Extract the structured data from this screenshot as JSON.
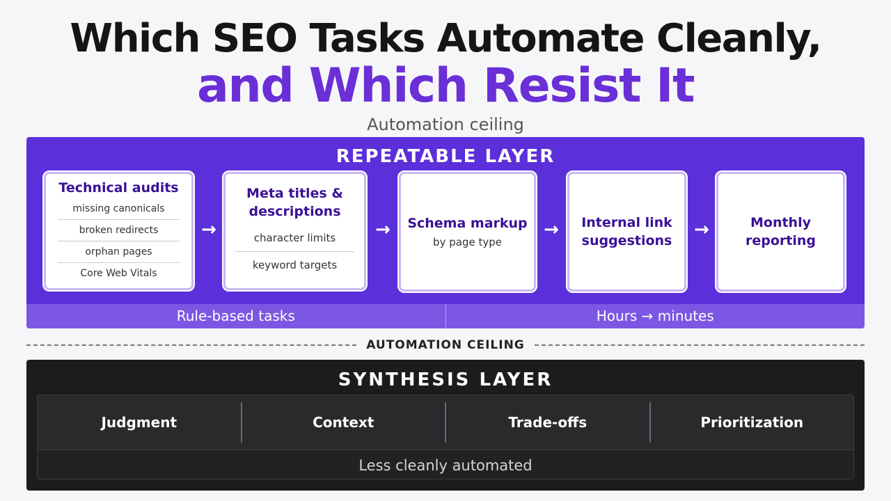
{
  "header": {
    "title_line1": "Which SEO Tasks Automate Cleanly,",
    "title_line2": "and Which Resist It",
    "subtitle": "Automation ceiling"
  },
  "repeatable_layer": {
    "title": "REPEATABLE LAYER",
    "cards": [
      {
        "title": "Technical audits",
        "items": [
          "missing canonicals",
          "broken redirects",
          "orphan pages",
          "Core Web Vitals"
        ]
      },
      {
        "title": "Meta titles & descriptions",
        "items": [
          "character limits",
          "keyword targets"
        ]
      },
      {
        "title": "Schema markup",
        "sub": "by page type"
      },
      {
        "title": "Internal link suggestions"
      },
      {
        "title": "Monthly reporting"
      }
    ],
    "arrow": "→",
    "footer": [
      "Rule-based tasks",
      "Hours → minutes"
    ]
  },
  "ceiling_label": "AUTOMATION CEILING",
  "synthesis_layer": {
    "title": "SYNTHESIS LAYER",
    "items": [
      "Judgment",
      "Context",
      "Trade-offs",
      "Prioritization"
    ],
    "footer": "Less cleanly automated"
  },
  "colors": {
    "accent_purple": "#6a2fd6",
    "repeatable_bg": "#5b2fd9",
    "synthesis_bg": "#1c1c1e",
    "card_title": "#3a1196"
  }
}
